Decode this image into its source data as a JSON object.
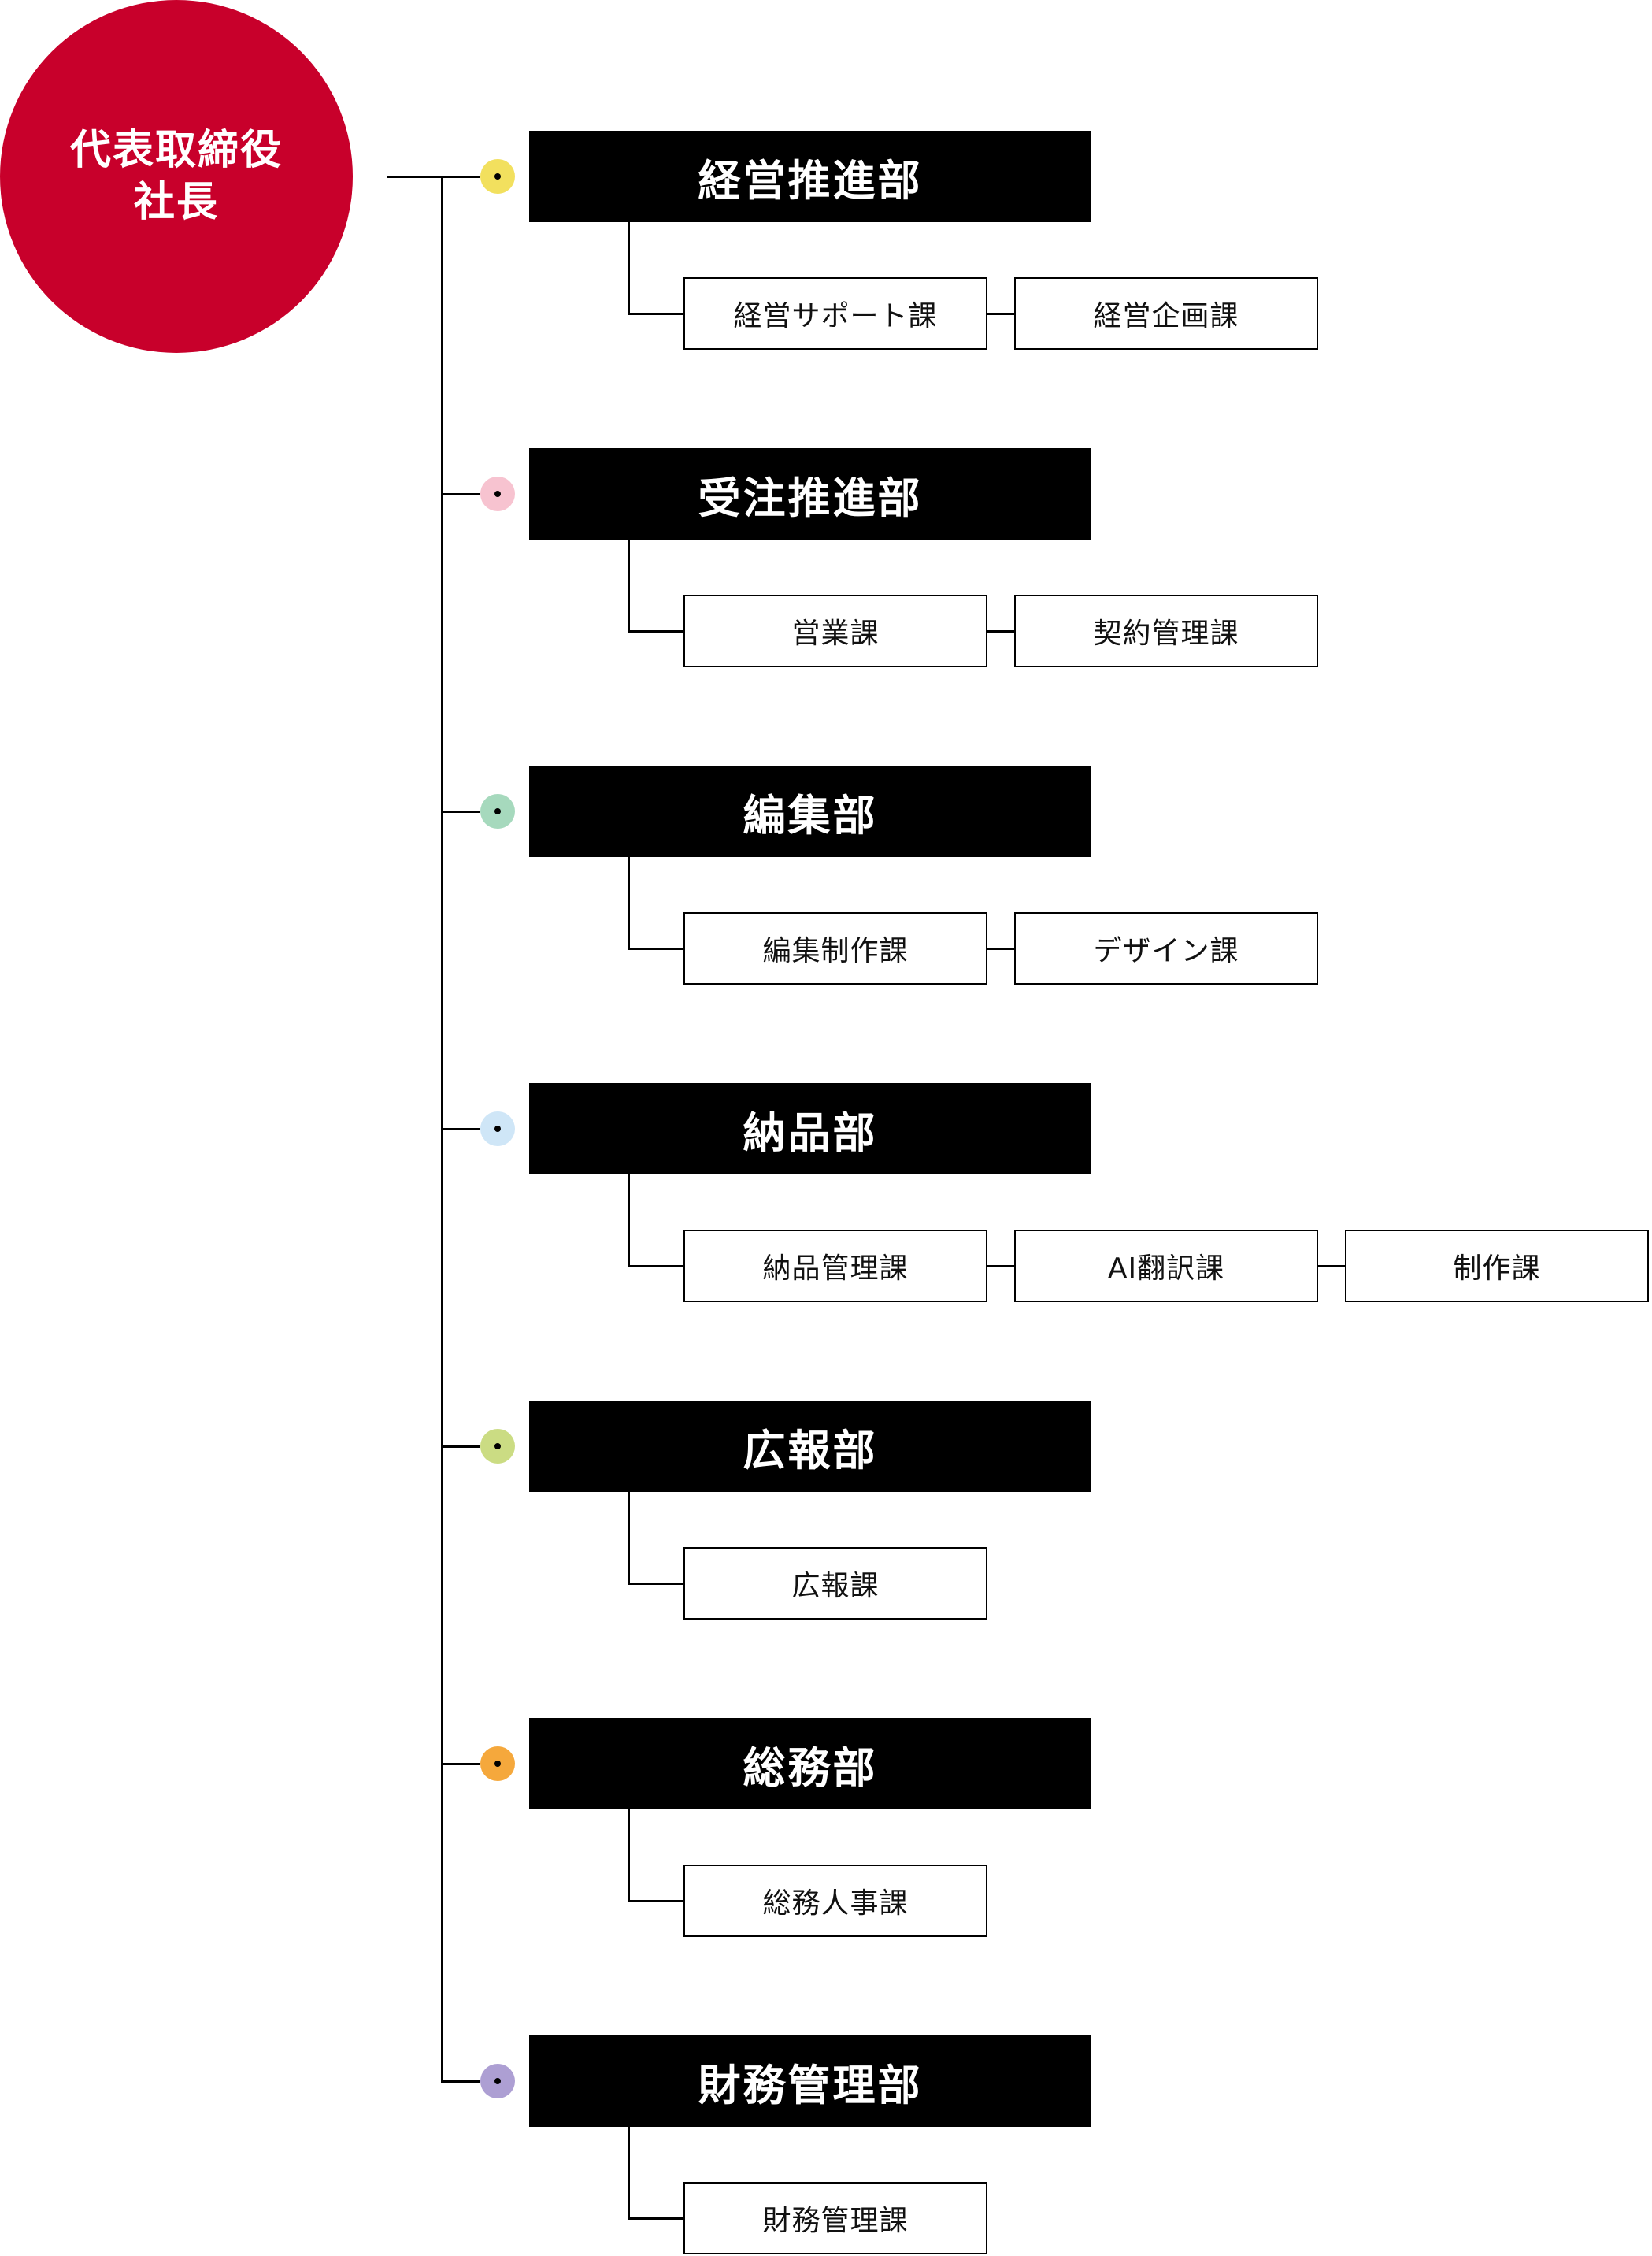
{
  "colors": {
    "president_fill": "#c8002b",
    "department_fill": "#000000",
    "department_text": "#ffffff",
    "connector": "#000000"
  },
  "president": {
    "title_line1": "代表取締役",
    "title_line2": "社長"
  },
  "departments": [
    {
      "name": "経営推進部",
      "dot_color": "#f2e05e",
      "sections": [
        "経営サポート課",
        "経営企画課"
      ]
    },
    {
      "name": "受注推進部",
      "dot_color": "#f7c3d0",
      "sections": [
        "営業課",
        "契約管理課"
      ]
    },
    {
      "name": "編集部",
      "dot_color": "#a6d9bd",
      "sections": [
        "編集制作課",
        "デザイン課"
      ]
    },
    {
      "name": "納品部",
      "dot_color": "#cfe6f7",
      "sections": [
        "納品管理課",
        "AI翻訳課",
        "制作課"
      ]
    },
    {
      "name": "広報部",
      "dot_color": "#cbdc83",
      "sections": [
        "広報課"
      ]
    },
    {
      "name": "総務部",
      "dot_color": "#f5a83c",
      "sections": [
        "総務人事課"
      ]
    },
    {
      "name": "財務管理部",
      "dot_color": "#ad9fd3",
      "sections": [
        "財務管理課"
      ]
    }
  ]
}
